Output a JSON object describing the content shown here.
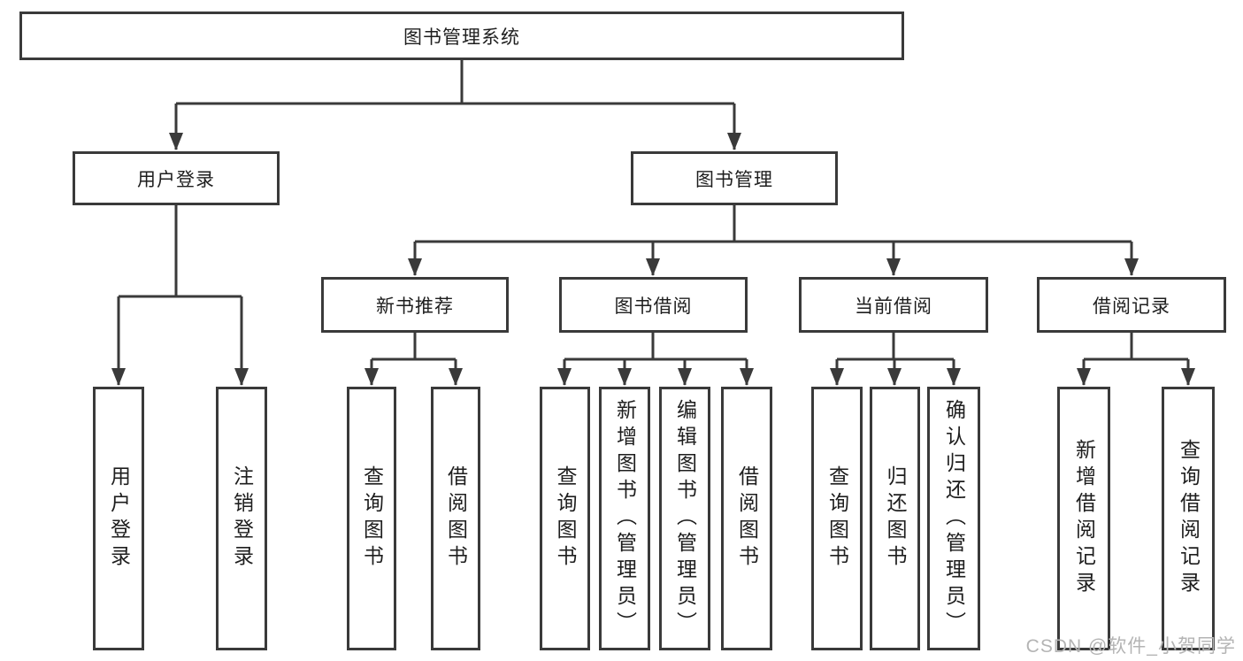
{
  "diagram": {
    "title_node": "图书管理系统",
    "level2": {
      "user_login": "用户登录",
      "book_management": "图书管理"
    },
    "level3": {
      "new_book_recommend": "新书推荐",
      "book_borrow": "图书借阅",
      "current_borrow": "当前借阅",
      "borrow_records": "借阅记录"
    },
    "leaves": [
      "用户登录",
      "注销登录",
      "查询图书",
      "借阅图书",
      "查询图书",
      "新增图书（管理员）",
      "编辑图书（管理员）",
      "借阅图书",
      "查询图书",
      "归还图书",
      "确认归还（管理员）",
      "新增借阅记录",
      "查询借阅记录"
    ]
  },
  "watermark": {
    "text": "CSDN @软件_小贺同学"
  },
  "colors": {
    "line": "#3a3a3a",
    "box_border": "#3a3a3a",
    "text": "#1e1e1e",
    "watermark": "#b4b4b4",
    "background": "#ffffff"
  }
}
